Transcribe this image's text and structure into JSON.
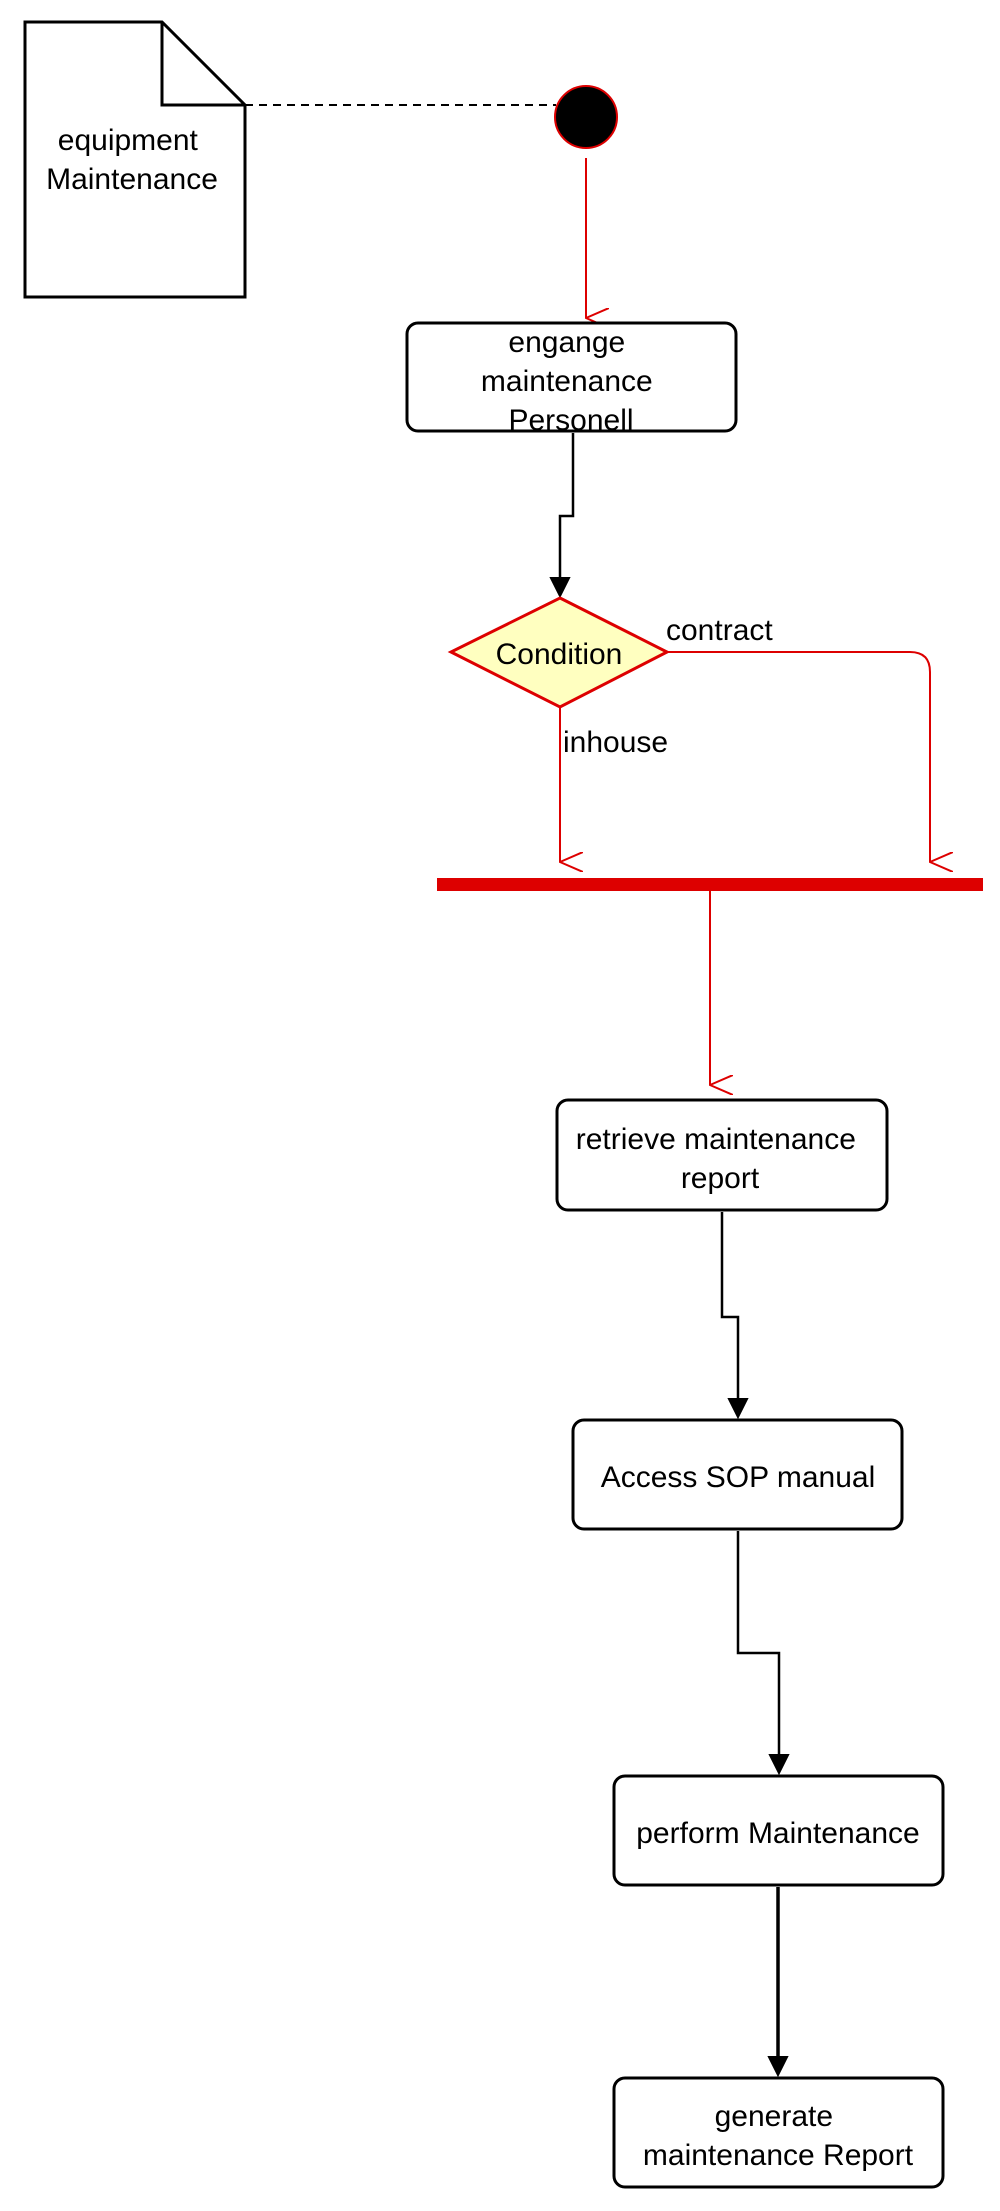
{
  "note": {
    "lines": [
      "equipment",
      "Maintenance"
    ]
  },
  "nodes": {
    "engage": {
      "lines": [
        "engange",
        "maintenance",
        "Personell"
      ]
    },
    "condition": {
      "label": "Condition"
    },
    "retrieve": {
      "lines": [
        "retrieve maintenance",
        "report"
      ]
    },
    "access": {
      "lines": [
        "Access SOP manual"
      ]
    },
    "perform": {
      "lines": [
        "perform Maintenance"
      ]
    },
    "generate": {
      "lines": [
        "generate",
        "maintenance Report"
      ]
    }
  },
  "edge_labels": {
    "contract": "contract",
    "inhouse": "inhouse"
  },
  "colors": {
    "accent_red": "#dd0000",
    "decision_fill": "#ffffc0",
    "stroke": "#000000"
  }
}
